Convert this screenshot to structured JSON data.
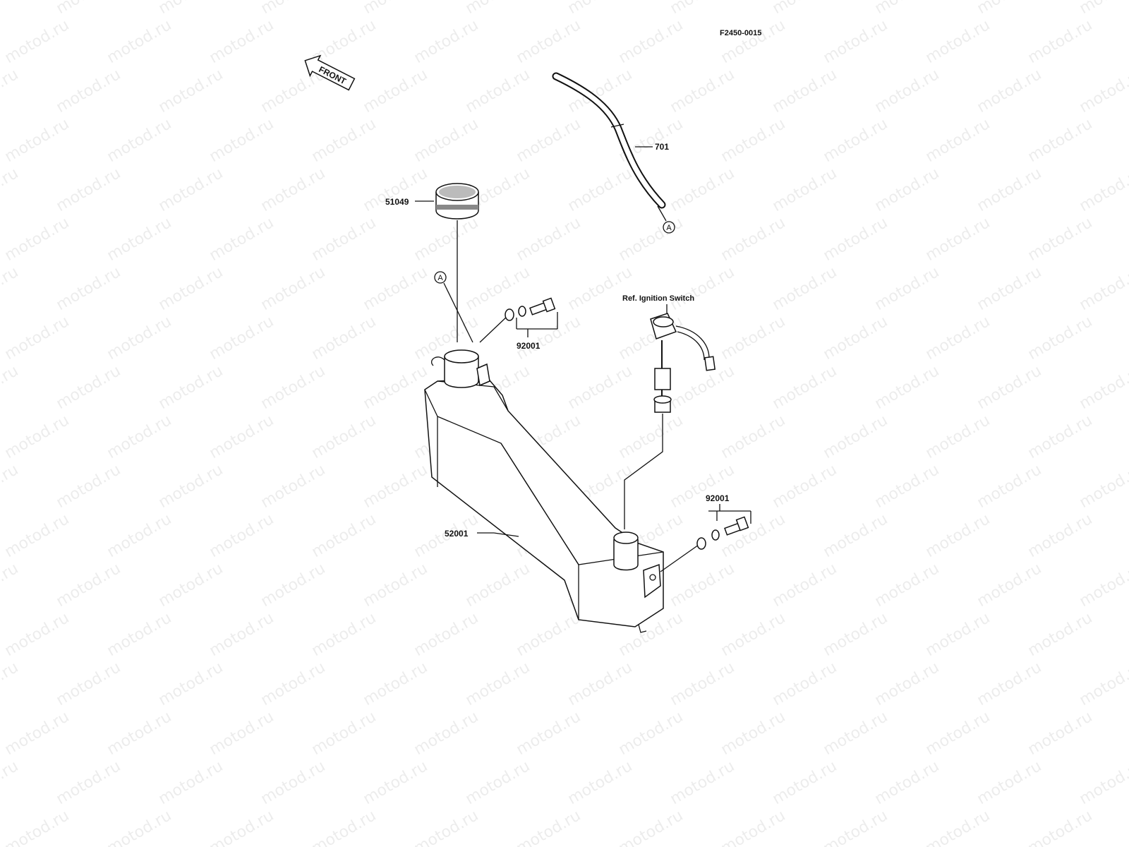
{
  "diagram": {
    "code": "F2450-0015",
    "front_arrow_text": "FRONT",
    "watermark_text": "motod.ru",
    "ref_note": "Ref. Ignition Switch",
    "connector_letter": "A",
    "parts": [
      {
        "id": "701",
        "label": "701"
      },
      {
        "id": "51049",
        "label": "51049"
      },
      {
        "id": "92001-top",
        "label": "92001"
      },
      {
        "id": "92001-bottom",
        "label": "92001"
      },
      {
        "id": "52001",
        "label": "52001"
      }
    ]
  }
}
